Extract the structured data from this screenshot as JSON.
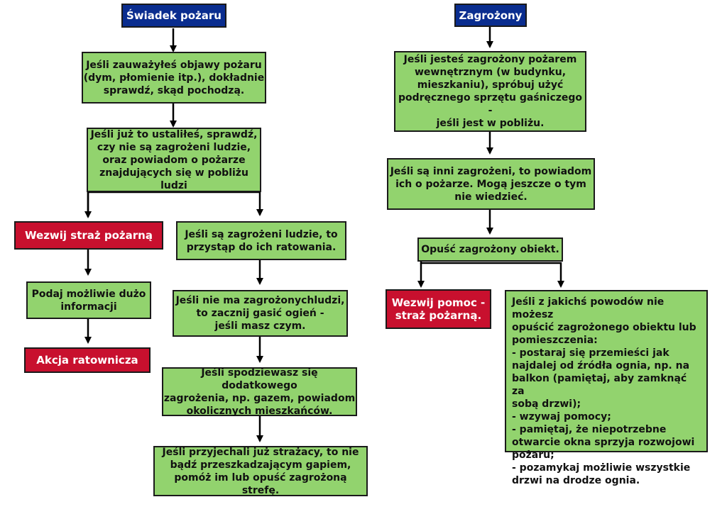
{
  "left": {
    "header": "Świadek pożaru",
    "step1": "Jeśli zauważyłeś objawy pożaru\n(dym, płomienie itp.), dokładnie\nsprawdź, skąd pochodzą.",
    "step2": "Jeśli już to ustaliłeś, sprawdź,\nczy nie są zagrożeni ludzie,\noraz powiadom o pożarze\nznajdujących się w pobliżu\nludzi",
    "call_fire": "Wezwij straż pożarną",
    "give_info": "Podaj możliwie dużo\ninformacji",
    "rescue_action": "Akcja ratownicza",
    "rescue_people": "Jeśli są zagrożeni ludzie, to\nprzystąp do ich ratowania.",
    "extinguish": "Jeśli nie ma zagrożonychludzi,\nto zacznij gasić ogień -\njeśli masz czym.",
    "extra_threat": "Jeśli spodziewasz się dodatkowego\nzagrożenia, np. gazem, powiadom\nokolicznych mieszkańców.",
    "firefighters": "Jeśli przyjechali już strażacy, to nie\nbądź przeszkadzającym gapiem,\npomóż im lub opuść zagrożoną strefę."
  },
  "right": {
    "header": "Zagrożony",
    "step1": "Jeśli jesteś zagrożony pożarem\nwewnętrznym (w budynku,\nmieszkaniu), spróbuj użyć\npodręcznego sprzętu gaśniczego -\njeśli jest w pobliżu.",
    "notify": "Jeśli są inni zagrożeni, to powiadom\nich o pożarze. Mogą  jeszcze o tym\nnie wiedzieć.",
    "leave": "Opuść zagrożony obiekt.",
    "call_help": "Wezwij pomoc -\nstraż pożarną.",
    "cannot_leave": "Jeśli z jakichś powodów nie możesz\nopuścić zagrożonego obiektu lub\npomieszczenia:\n- postaraj się przemieści jak\nnajdalej od źródła ognia, np. na\nbalkon (pamiętaj, aby zamknąć za\nsobą drzwi);\n- wzywaj pomocy;\n- pamiętaj, że niepotrzebne\notwarcie okna sprzyja rozwojowi\npożaru;\n- pozamykaj możliwie wszystkie\ndrzwi na drodze ognia."
  }
}
